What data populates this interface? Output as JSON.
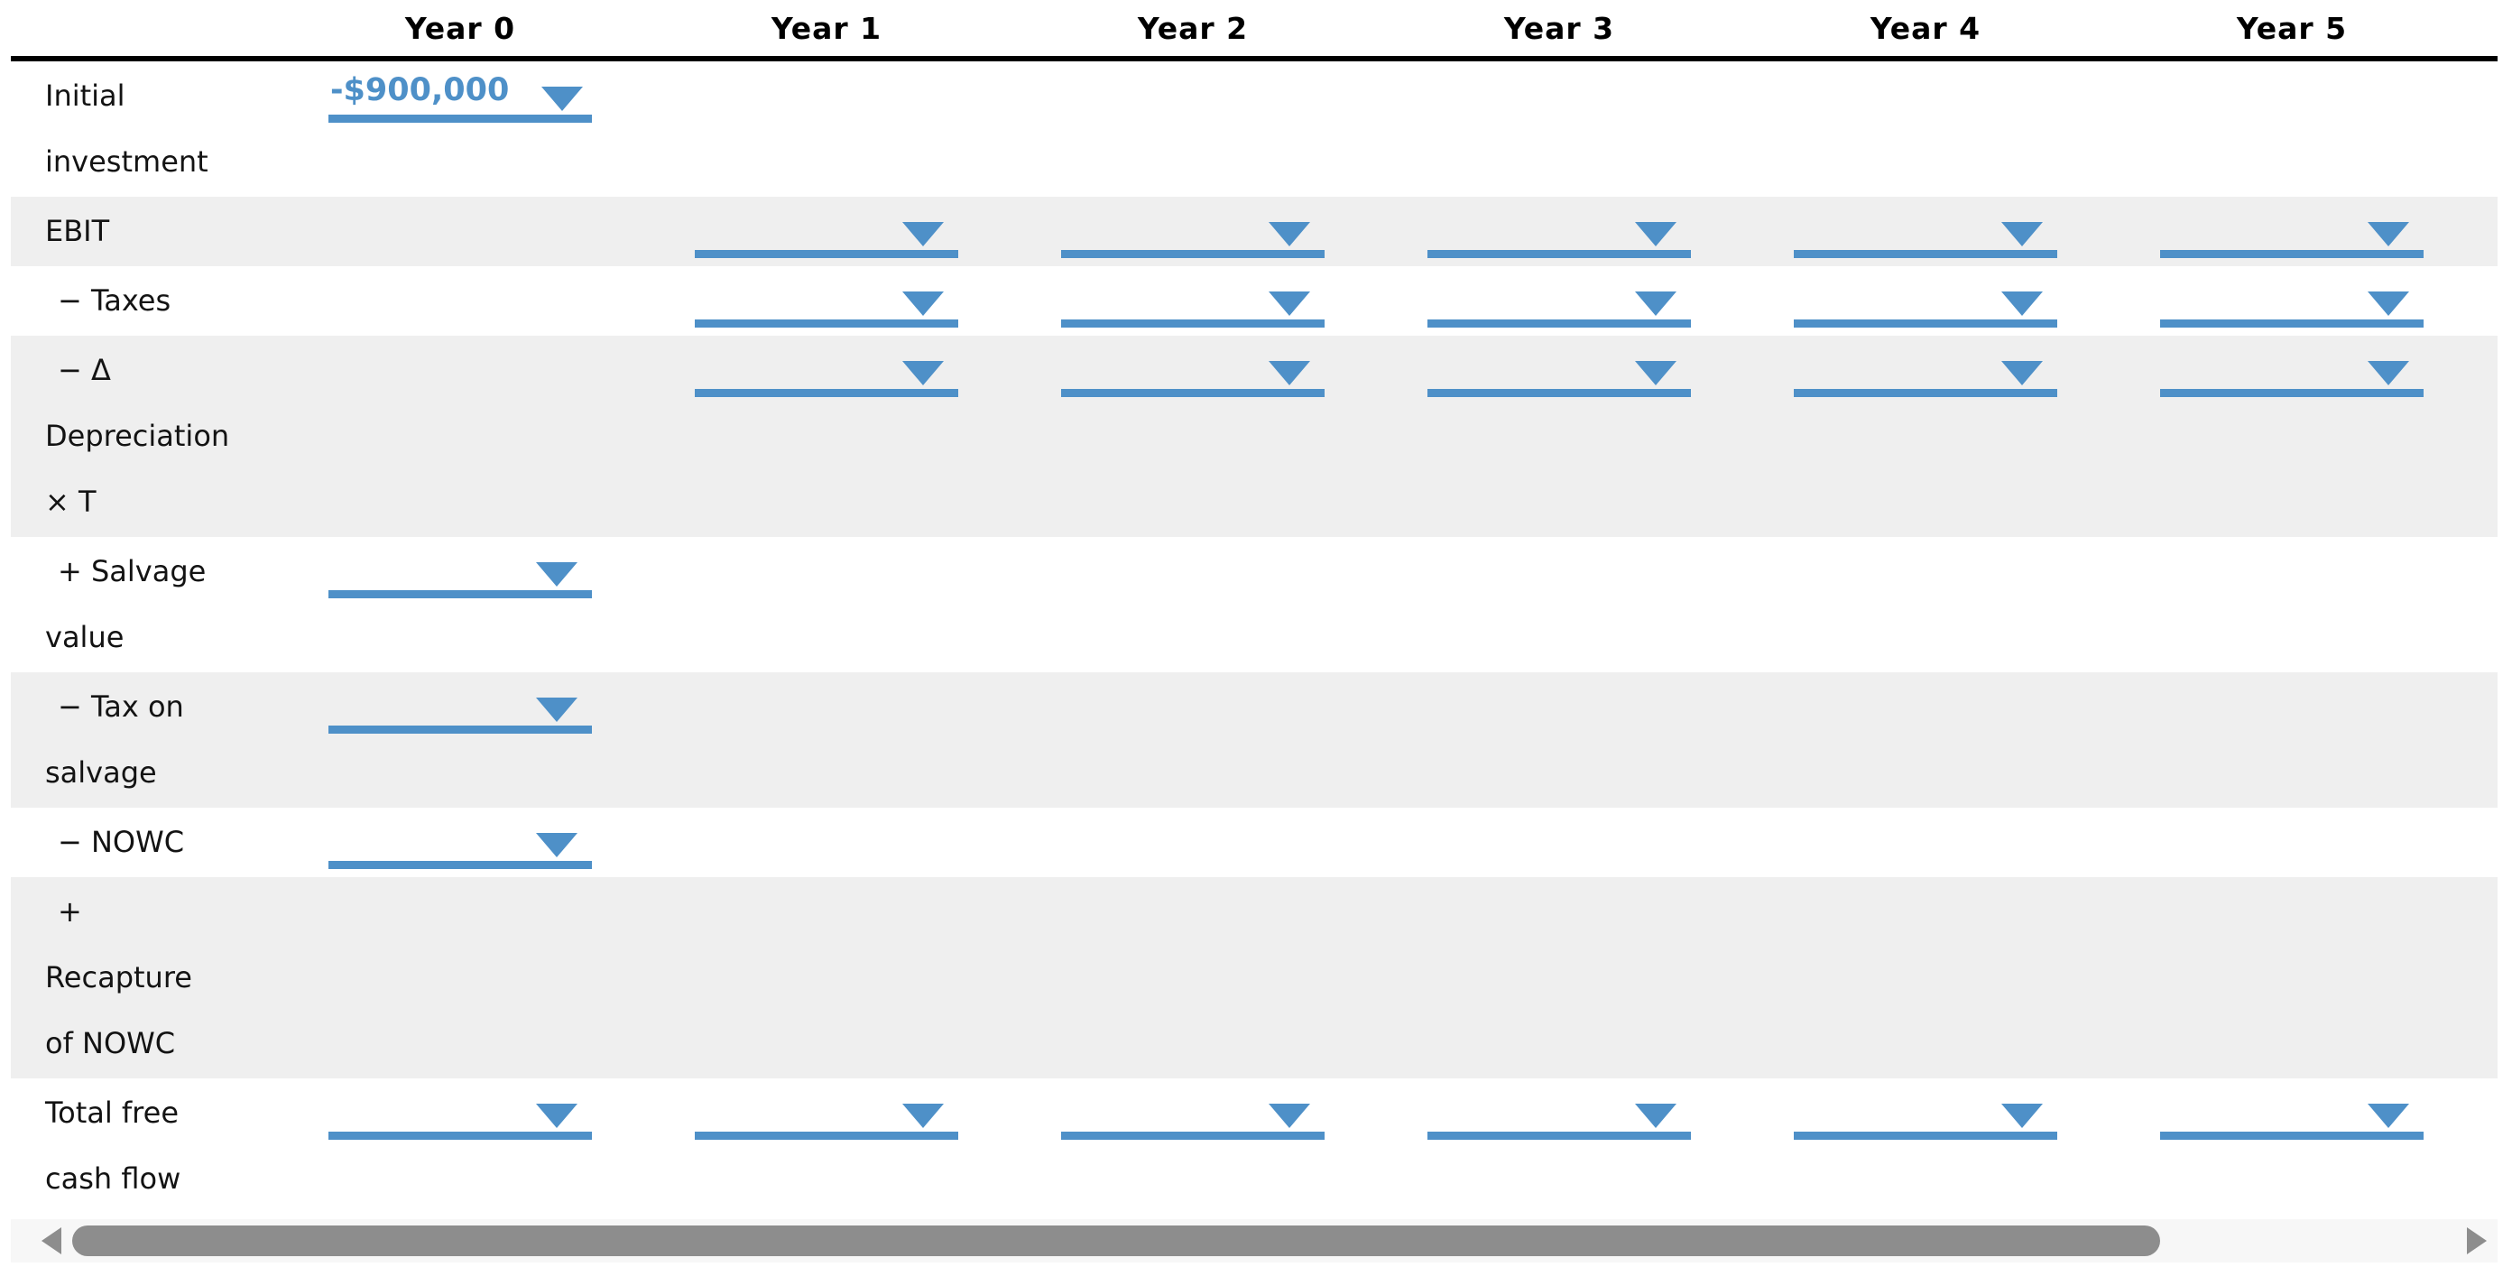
{
  "table": {
    "columns": [
      "Year 0",
      "Year 1",
      "Year 2",
      "Year 3",
      "Year 4",
      "Year 5"
    ],
    "rows": [
      {
        "id": "initial-investment",
        "label": "Initial investment",
        "label_lines": [
          "Initial",
          "investment"
        ],
        "shaded": false,
        "cells": [
          {
            "col": 0,
            "value": "-$900,000"
          }
        ]
      },
      {
        "id": "ebit",
        "label": "EBIT",
        "label_lines": [
          "EBIT"
        ],
        "shaded": true,
        "cells": [
          {
            "col": 1,
            "value": ""
          },
          {
            "col": 2,
            "value": ""
          },
          {
            "col": 3,
            "value": ""
          },
          {
            "col": 4,
            "value": ""
          },
          {
            "col": 5,
            "value": ""
          }
        ]
      },
      {
        "id": "taxes",
        "label": "− Taxes",
        "label_lines": [
          "− Taxes"
        ],
        "shaded": false,
        "cells": [
          {
            "col": 1,
            "value": ""
          },
          {
            "col": 2,
            "value": ""
          },
          {
            "col": 3,
            "value": ""
          },
          {
            "col": 4,
            "value": ""
          },
          {
            "col": 5,
            "value": ""
          }
        ]
      },
      {
        "id": "delta-depreciation-x-t",
        "label": "− Δ Depreciation × T",
        "label_lines": [
          "− Δ",
          "Depreciation",
          "× T"
        ],
        "shaded": true,
        "cells": [
          {
            "col": 1,
            "value": ""
          },
          {
            "col": 2,
            "value": ""
          },
          {
            "col": 3,
            "value": ""
          },
          {
            "col": 4,
            "value": ""
          },
          {
            "col": 5,
            "value": ""
          }
        ]
      },
      {
        "id": "salvage-value",
        "label": "+ Salvage value",
        "label_lines": [
          "+ Salvage",
          "value"
        ],
        "shaded": false,
        "cells": [
          {
            "col": 0,
            "value": ""
          }
        ]
      },
      {
        "id": "tax-on-salvage",
        "label": "− Tax on salvage",
        "label_lines": [
          "− Tax on",
          "salvage"
        ],
        "shaded": true,
        "cells": [
          {
            "col": 0,
            "value": ""
          }
        ]
      },
      {
        "id": "nowc",
        "label": "− NOWC",
        "label_lines": [
          "− NOWC"
        ],
        "shaded": false,
        "cells": [
          {
            "col": 0,
            "value": ""
          }
        ]
      },
      {
        "id": "recapture-of-nowc",
        "label": "+ Recapture of NOWC",
        "label_lines": [
          "+",
          "Recapture",
          "of NOWC"
        ],
        "shaded": true,
        "cells": []
      },
      {
        "id": "total-free-cash-flow",
        "label": "Total free cash flow",
        "label_lines": [
          "Total free",
          "cash flow"
        ],
        "shaded": false,
        "cells": [
          {
            "col": 0,
            "value": ""
          },
          {
            "col": 1,
            "value": ""
          },
          {
            "col": 2,
            "value": ""
          },
          {
            "col": 3,
            "value": ""
          },
          {
            "col": 4,
            "value": ""
          },
          {
            "col": 5,
            "value": ""
          }
        ]
      }
    ]
  },
  "icons": {
    "dropdown_arrow": "triangle-down",
    "scroll_left": "triangle-left",
    "scroll_right": "triangle-right"
  },
  "colors": {
    "accent_blue": "#4e90c8",
    "shaded_row": "#efefef",
    "header_rule": "#000000",
    "text": "#131313",
    "scrollbar_track": "#f7f7f7",
    "scrollbar_thumb": "#8d8d8d"
  }
}
